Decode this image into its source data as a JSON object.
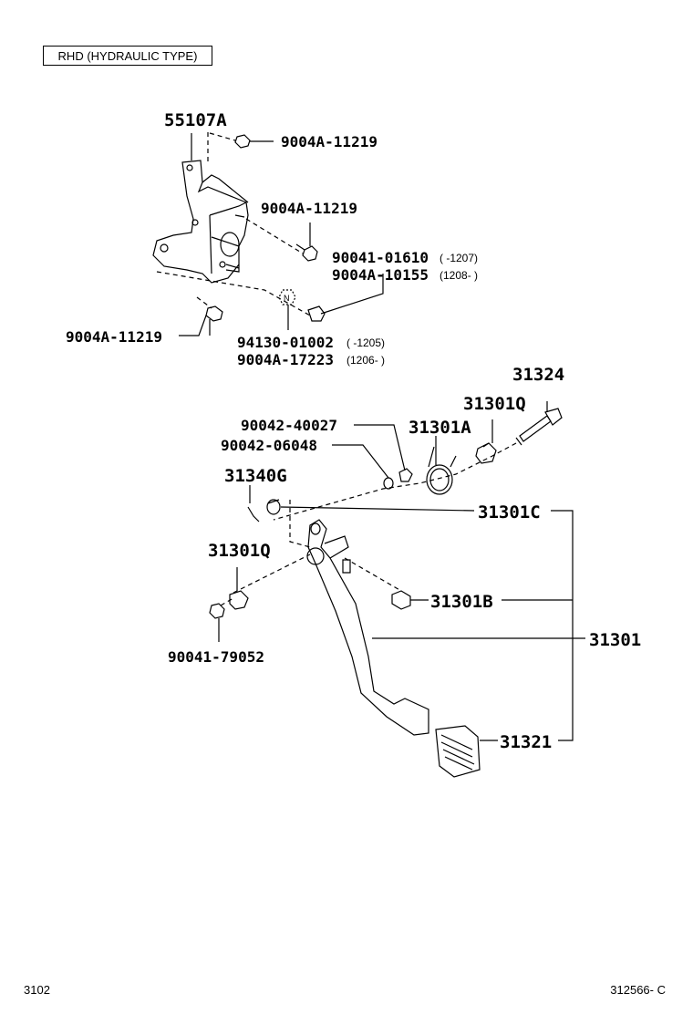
{
  "header": {
    "title": "RHD (HYDRAULIC TYPE)"
  },
  "footer": {
    "left": "3102",
    "right": "312566- C"
  },
  "parts": {
    "bracket": "55107A",
    "bolt_top": "9004A-11219",
    "bolt_mid": "9004A-11219",
    "bolt_left": "9004A-11219",
    "nut_a": "90041-01610",
    "nut_a_range": "(    -1207)",
    "nut_b": "9004A-10155",
    "nut_b_range": "(1208-      )",
    "screw_a": "94130-01002",
    "screw_a_range": "(    -1205)",
    "screw_b": "9004A-17223",
    "screw_b_range": "(1206-      )",
    "pin": "31324",
    "bushing_upper": "31301Q",
    "spring": "31301A",
    "washer_a": "90042-40027",
    "washer_b": "90042-06048",
    "clip": "31340G",
    "bushing_c": "31301C",
    "bushing_lower": "31301Q",
    "stopper": "31301B",
    "nut_lower": "90041-79052",
    "pedal_arm": "31301",
    "pedal_pad": "31321"
  }
}
